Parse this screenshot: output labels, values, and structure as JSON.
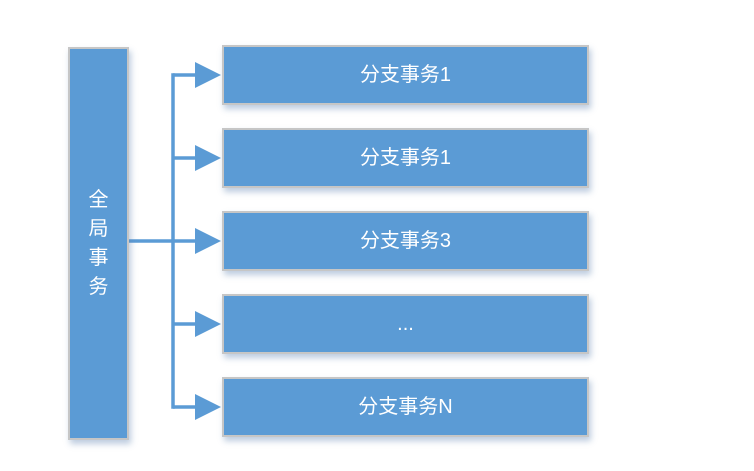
{
  "diagram": {
    "root": {
      "label": "全局事务"
    },
    "branches": [
      {
        "label": "分支事务1"
      },
      {
        "label": "分支事务1"
      },
      {
        "label": "分支事务3"
      },
      {
        "label": "..."
      },
      {
        "label": "分支事务N"
      }
    ],
    "colors": {
      "box_fill": "#5B9BD5",
      "box_border": "#C6C6C6",
      "connector": "#5B9BD5",
      "label_text": "#FFFFFF",
      "background": "#FFFFFF"
    }
  }
}
